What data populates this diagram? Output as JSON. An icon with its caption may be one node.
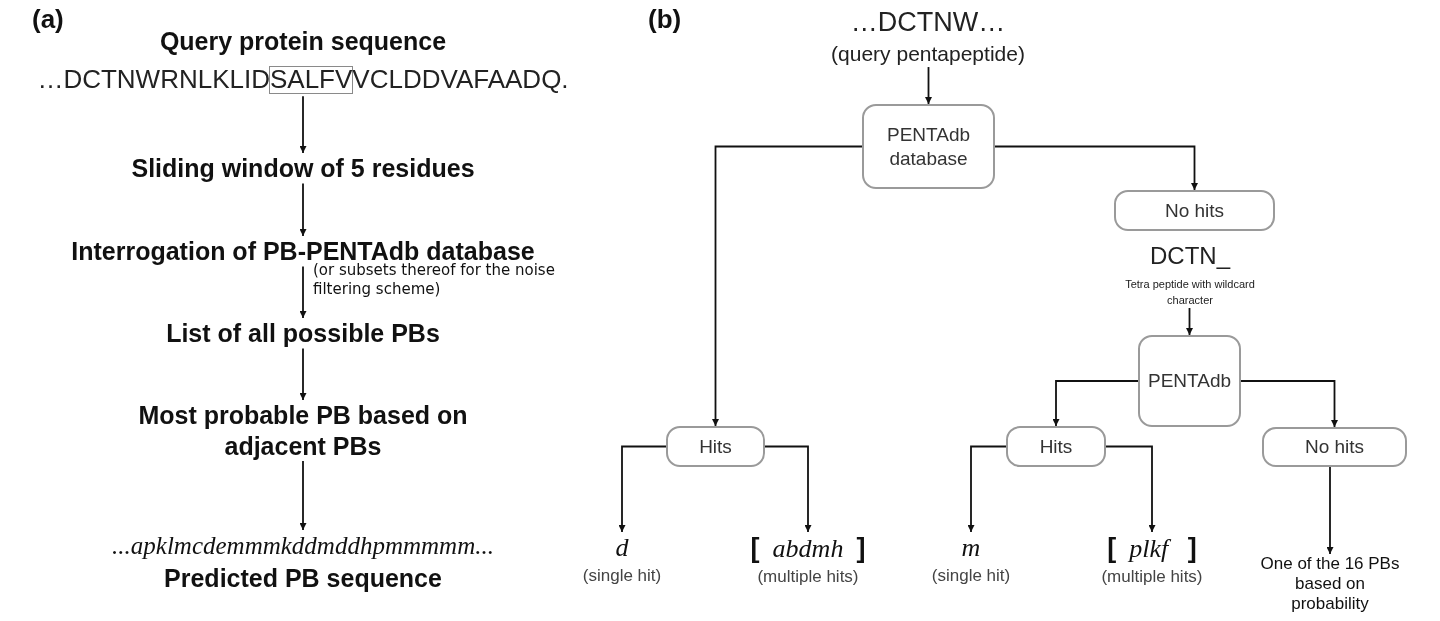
{
  "diagram": {
    "nodes": [
      {
        "text": [
          "Query protein sequence",
          "…DCTNWRNLKLIDSALFVVCLDDVAFAADQ."
        ]
      },
      {
        "text": [
          "Sliding window of 5 residues"
        ]
      },
      {
        "text": [
          "Interrogation of PB-PENTAdb database"
        ]
      },
      {
        "text": [
          "List of all possible PBs"
        ]
      },
      {
        "text": [
          "Most probable PB based on adjacent PBs"
        ]
      },
      {
        "text": [
          "...apklmcdemmmkddmddhpmmmmm...",
          "Predicted PB sequence"
        ]
      },
      {
        "text": [
          "…DCTNW…",
          "(query pentapeptide)"
        ]
      },
      {
        "text": [
          "PENTAdb database"
        ]
      },
      {
        "text": [
          "No hits"
        ]
      },
      {
        "text": [
          "DCTN_",
          "Tetra peptide with wildcard character"
        ]
      },
      {
        "text": [
          "PENTAdb"
        ]
      },
      {
        "text": [
          "Hits"
        ]
      },
      {
        "text": [
          "Hits"
        ]
      },
      {
        "text": [
          "No hits"
        ]
      },
      {
        "text": [
          "d",
          "(single hit)"
        ]
      },
      {
        "text": [
          "**[**  abdmh  **]**",
          "(multiple hits)"
        ]
      },
      {
        "text": [
          "m",
          "(single hit)"
        ]
      },
      {
        "text": [
          "**[**  plkf   **]**",
          "(multiple hits)"
        ]
      },
      {
        "text": [
          "One of the 16 PBs based on probability"
        ]
      }
    ],
    "edges": [
      {
        "from": 0,
        "to": 1,
        "arrow": "to"
      },
      {
        "from": 1,
        "to": 2,
        "arrow": "to"
      },
      {
        "from": 2,
        "to": 3,
        "arrow": "to",
        "label": "(or subsets thereof for the noise filtering scheme)"
      },
      {
        "from": 3,
        "to": 4,
        "arrow": "to"
      },
      {
        "from": 4,
        "to": 5,
        "arrow": "to"
      },
      {
        "from": 6,
        "to": 7,
        "arrow": "to"
      },
      {
        "from": 7,
        "to": 11,
        "arrow": "to"
      },
      {
        "from": 7,
        "to": 8,
        "arrow": "to"
      },
      {
        "from": 9,
        "to": 10,
        "arrow": "to"
      },
      {
        "from": 10,
        "to": 12,
        "arrow": "to"
      },
      {
        "from": 10,
        "to": 13,
        "arrow": "to"
      },
      {
        "from": 11,
        "to": 14,
        "arrow": "to"
      },
      {
        "from": 11,
        "to": 15,
        "arrow": "to"
      },
      {
        "from": 12,
        "to": 16,
        "arrow": "to"
      },
      {
        "from": 12,
        "to": 17,
        "arrow": "to"
      },
      {
        "from": 13,
        "to": 18,
        "arrow": "to"
      }
    ],
    "labels": [
      "(a)",
      "(b)"
    ]
  }
}
